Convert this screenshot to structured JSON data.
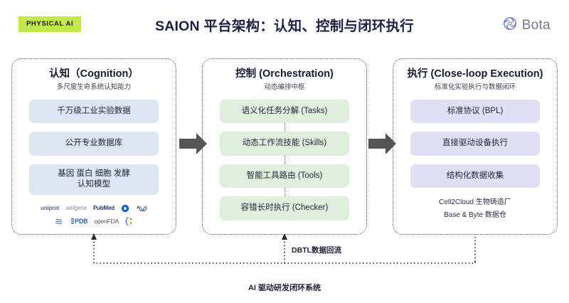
{
  "header": {
    "badge": "PHYSICAL AI",
    "title": "SAION 平台架构：认知、控制与闭环执行",
    "brand_name": "Bota",
    "brand_icon": "bota-swirl-icon"
  },
  "columns": [
    {
      "id": "cognition",
      "title": "认知（Cognition）",
      "subtitle": "多尺度生命系统认知能力",
      "accent": "#dde5f2",
      "items": [
        "千万级工业实验数据",
        "公开专业数据库",
        "基因 蛋白 细胞 发酵\n认知模型"
      ],
      "logos": [
        [
          "uniprot",
          "addgene",
          "PubMed",
          "circle-mark",
          "meta-infinity"
        ],
        [
          "swirl-mark",
          "PDB",
          "openFDA",
          "bracket-mark"
        ]
      ],
      "logo_labels_row1": [
        "uniprot",
        "addgene",
        "PubMed",
        "",
        ""
      ],
      "logo_labels_row2": [
        "",
        "PDB",
        "openFDA",
        ""
      ]
    },
    {
      "id": "orchestration",
      "title": "控制 (Orchestration)",
      "subtitle": "动态编排中枢",
      "accent": "#dfeedd",
      "items": [
        "语义化任务分解 (Tasks)",
        "动态工作流技能 (Skills)",
        "智能工具路由 (Tools)",
        "容错长时执行 (Checker)"
      ]
    },
    {
      "id": "execution",
      "title": "执行 (Close-loop Execution)",
      "subtitle": "标准化实验执行与数据闭环",
      "accent": "#e0e0f4",
      "items": [
        "标准协议 (BPL)",
        "直接驱动设备执行",
        "结构化数据收集"
      ],
      "footnotes": [
        "Cell2Cloud 生物铸造厂",
        "Base & Byte 数据仓"
      ]
    }
  ],
  "arrows": [
    {
      "name": "arrow-cognition-to-orchestration"
    },
    {
      "name": "arrow-orchestration-to-execution"
    }
  ],
  "feedback": {
    "loop_label": "DBTL数据回流",
    "system_label": "AI 驱动研发闭环系统"
  },
  "colors": {
    "badge_bg": "#c3e84a",
    "title": "#1b2142",
    "cognition_item": "#dde5f2",
    "orchestration_item": "#dfeedd",
    "execution_item": "#e0e0f4",
    "arrow": "#555555",
    "dotted_border": "#5a5a5a"
  }
}
